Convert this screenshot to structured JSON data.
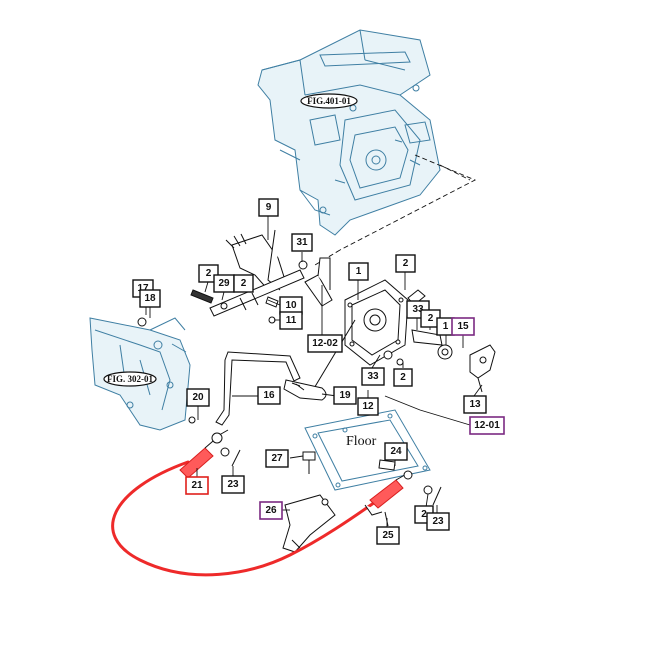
{
  "figure_refs": {
    "gearcase": "FIG.401-01",
    "frame": "FIG. 302-01"
  },
  "floor_label": "Floor",
  "colors": {
    "line": "#111111",
    "housing": "#3f7fa3",
    "cable": "#ee2a2a",
    "highlight_purple": "#7b2a82",
    "highlight_red": "#e0201c"
  },
  "callouts": {
    "c9": "9",
    "c31": "31",
    "c2a": "2",
    "c29": "29",
    "c2b": "2",
    "c1": "1",
    "c2c": "2",
    "c17": "17",
    "c18": "18",
    "c10": "10",
    "c11": "11",
    "c33a": "33",
    "c2d": "2",
    "c1b": "1",
    "c15": "15",
    "c12_02": "12-02",
    "c33b": "33",
    "c2e": "2",
    "c12": "12",
    "c13": "13",
    "c12_01": "12-01",
    "c20": "20",
    "c16": "16",
    "c19": "19",
    "c27": "27",
    "c24": "24",
    "c21": "21",
    "c23a": "23",
    "c26": "26",
    "c2f": "2",
    "c23b": "23",
    "c25": "25"
  }
}
